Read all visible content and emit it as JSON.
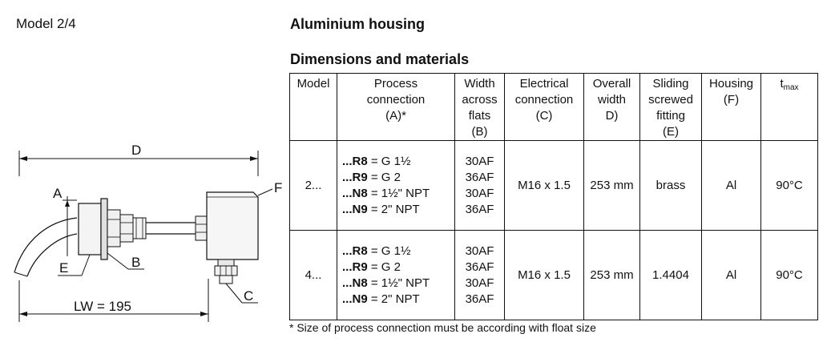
{
  "header": {
    "model_label": "Model 2/4",
    "section_title": "Aluminium housing",
    "table_title": "Dimensions and materials"
  },
  "drawing": {
    "labels": {
      "d": "D",
      "a": "A",
      "f": "F",
      "e": "E",
      "b": "B",
      "c": "C",
      "lw": "LW = 195"
    }
  },
  "table": {
    "columns": {
      "model": "Model",
      "process": [
        "Process",
        "connection",
        "(A)*"
      ],
      "width": [
        "Width",
        "across",
        "flats",
        "(B)"
      ],
      "electrical": [
        "Electrical",
        "connection",
        "(C)"
      ],
      "overall": [
        "Overall",
        "width",
        "D)"
      ],
      "sliding": [
        "Sliding",
        "screwed",
        "fitting",
        "(E)"
      ],
      "housing": [
        "Housing",
        "(F)"
      ],
      "tmax_main": "t",
      "tmax_sub": "max"
    },
    "rows": [
      {
        "model": "2...",
        "connections": [
          {
            "code": "...R8",
            "value": " = G 1½"
          },
          {
            "code": "...R9",
            "value": " = G 2"
          },
          {
            "code": "...N8",
            "value": " = 1½\" NPT"
          },
          {
            "code": "...N9",
            "value": " = 2\" NPT"
          }
        ],
        "flats": [
          "30AF",
          "36AF",
          "30AF",
          "36AF"
        ],
        "electrical": "M16 x 1.5",
        "overall": "253 mm",
        "sliding": "brass",
        "housing": "Al",
        "tmax": "90°C"
      },
      {
        "model": "4...",
        "connections": [
          {
            "code": "...R8",
            "value": " = G 1½"
          },
          {
            "code": "...R9",
            "value": " = G 2"
          },
          {
            "code": "...N8",
            "value": " = 1½\" NPT"
          },
          {
            "code": "...N9",
            "value": " = 2\" NPT"
          }
        ],
        "flats": [
          "30AF",
          "36AF",
          "30AF",
          "36AF"
        ],
        "electrical": "M16 x 1.5",
        "overall": "253 mm",
        "sliding": "1.4404",
        "housing": "Al",
        "tmax": "90°C"
      }
    ]
  },
  "footnote": "* Size of process connection must be according with float size"
}
